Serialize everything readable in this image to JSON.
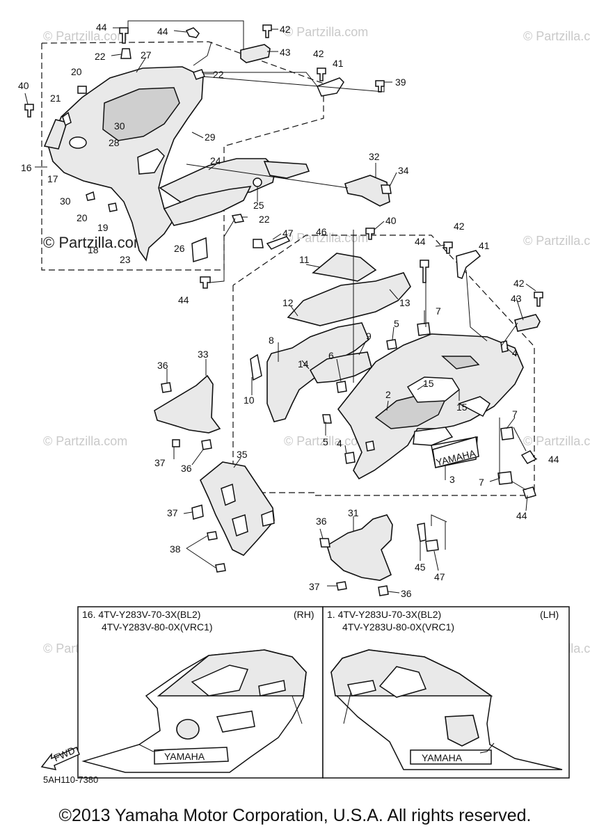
{
  "watermark": "© Partzilla.com",
  "watermark_prominent": "© Partzilla.com",
  "callouts": [
    "44",
    "44",
    "42",
    "43",
    "22",
    "27",
    "22",
    "42",
    "41",
    "39",
    "20",
    "40",
    "21",
    "30",
    "16",
    "28",
    "29",
    "24",
    "17",
    "30",
    "20",
    "32",
    "34",
    "25",
    "19",
    "18",
    "22",
    "23",
    "26",
    "40",
    "47",
    "46",
    "44",
    "42",
    "41",
    "11",
    "13",
    "44",
    "42",
    "43",
    "12",
    "7",
    "5",
    "8",
    "14",
    "9",
    "6",
    "4",
    "10",
    "15",
    "15",
    "2",
    "36",
    "33",
    "5",
    "4",
    "7",
    "37",
    "36",
    "35",
    "3",
    "44",
    "7",
    "37",
    "36",
    "31",
    "38",
    "45",
    "47",
    "44",
    "37",
    "36",
    "17",
    "2",
    "18",
    "3"
  ],
  "inset_rh": {
    "line1": "16. 4TV-Y283V-70-3X(BL2)",
    "line2": "4TV-Y283V-80-0X(VRC1)",
    "side": "(RH)",
    "logo": "YAMAHA"
  },
  "inset_lh": {
    "line1": "1. 4TV-Y283U-70-3X(BL2)",
    "line2": "4TV-Y283U-80-0X(VRC1)",
    "side": "(LH)",
    "logo": "YAMAHA"
  },
  "main_logo": "YAMAHA",
  "fwd_label": "FWD",
  "drawing_code": "5AH110-7380",
  "copyright": "©2013 Yamaha Motor Corporation, U.S.A. All rights reserved."
}
